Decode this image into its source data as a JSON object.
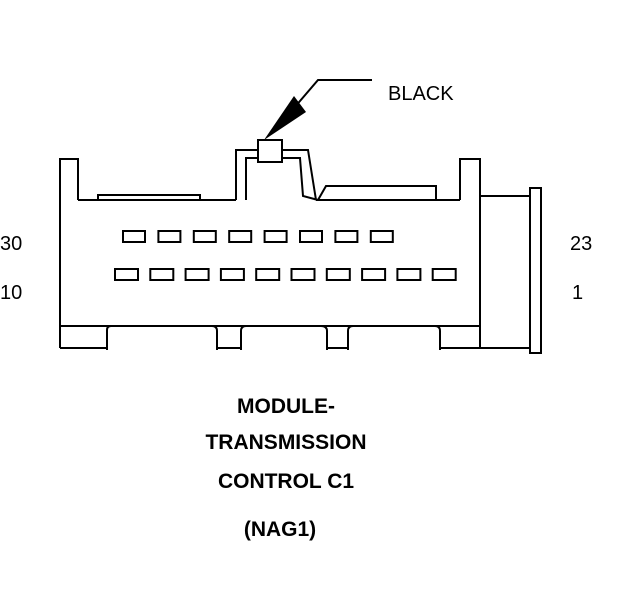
{
  "callout": {
    "color_label": "BLACK"
  },
  "pin_labels": {
    "top_left": "30",
    "bottom_left": "10",
    "top_right": "23",
    "bottom_right": "1"
  },
  "cavities": {
    "top_row_count": 8,
    "bottom_row_count": 10
  },
  "caption": {
    "line1": "MODULE-",
    "line2": "TRANSMISSION",
    "line3": "CONTROL C1",
    "line4": "(NAG1)"
  },
  "colors": {
    "ink": "#000000",
    "background": "#ffffff"
  }
}
